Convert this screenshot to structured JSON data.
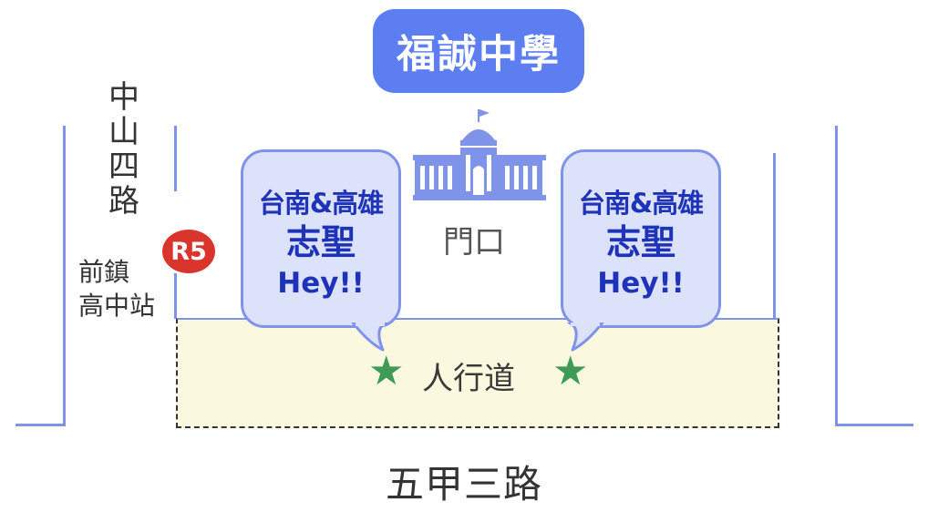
{
  "school": {
    "name": "福誠中學"
  },
  "road_left": {
    "chars": [
      "中",
      "山",
      "四",
      "路"
    ]
  },
  "station": {
    "code": "R5",
    "name_line1": "前鎮",
    "name_line2": "高中站"
  },
  "gate": {
    "label": "門口"
  },
  "bubbles": [
    {
      "line1": "台南&高雄",
      "line2": "志聖",
      "line3": "Hey!!"
    },
    {
      "line1": "台南&高雄",
      "line2": "志聖",
      "line3": "Hey!!"
    }
  ],
  "sidewalk": {
    "label": "人行道"
  },
  "road_bottom": {
    "name": "五甲三路"
  },
  "icons": {
    "building": "school-building-icon",
    "star": "star-icon"
  },
  "colors": {
    "accent": "#5d7ef0",
    "line": "#7f93e9",
    "bubble_fill": "#dde2fb",
    "bubble_text": "#1f33b8",
    "station_red": "#d9352c",
    "star_green": "#3f9a55",
    "sidewalk_fill": "#fbf8e0"
  }
}
